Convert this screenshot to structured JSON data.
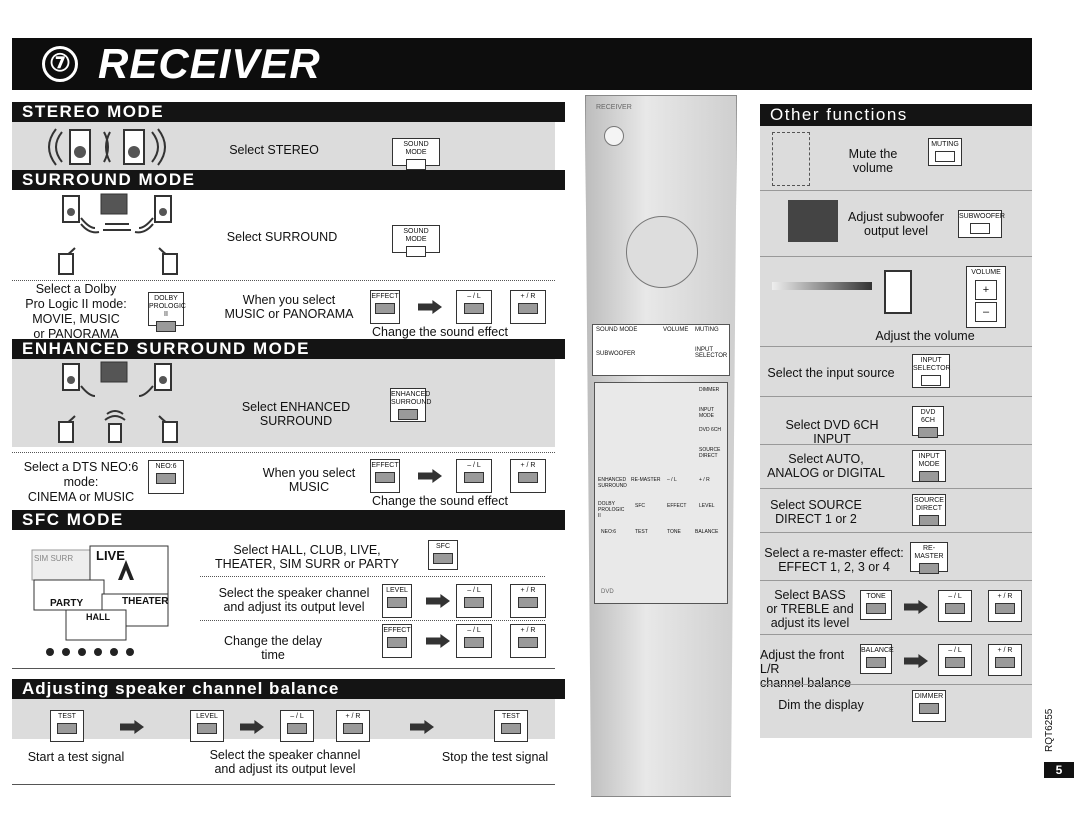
{
  "header": {
    "number": "⑦",
    "title": "RECEIVER"
  },
  "stereo": {
    "title": "STEREO MODE",
    "text": "Select STEREO",
    "button": "SOUND MODE"
  },
  "surround": {
    "title": "SURROUND MODE",
    "text": "Select SURROUND",
    "button": "SOUND MODE",
    "dolby_lines": [
      "Select a Dolby",
      "Pro Logic II mode:",
      "MOVIE, MUSIC",
      "or PANORAMA"
    ],
    "dolby_button": "DOLBY PROLOGIC II",
    "when_select": "When you select\nMUSIC or PANORAMA",
    "effect_button": "EFFECT",
    "minus": "– / L",
    "plus": "+ / R",
    "change_effect": "Change the sound effect"
  },
  "enhanced": {
    "title": "ENHANCED SURROUND MODE",
    "text": "Select ENHANCED SURROUND",
    "button": "ENHANCED SURROUND",
    "dts_lines": [
      "Select a DTS NEO:6",
      "mode:",
      "CINEMA or MUSIC"
    ],
    "dts_button": "NEO:6",
    "when_select": "When you select\nMUSIC",
    "effect_button": "EFFECT",
    "minus": "– / L",
    "plus": "+ / R",
    "change_effect": "Change the sound effect"
  },
  "sfc": {
    "title": "SFC MODE",
    "labels": {
      "live": "LIVE",
      "party": "PARTY",
      "theater": "THEATER",
      "hall": "HALL",
      "simsurr": "SIM SURR"
    },
    "row1_text": "Select HALL, CLUB, LIVE,\nTHEATER, SIM SURR or PARTY",
    "row1_button": "SFC",
    "row2_text": "Select the speaker channel\nand adjust its output level",
    "row2_button": "LEVEL",
    "row3_text": "Change the delay time",
    "row3_button": "EFFECT",
    "minus": "– / L",
    "plus": "+ / R"
  },
  "balance": {
    "title": "Adjusting speaker channel balance",
    "test1": "TEST",
    "level": "LEVEL",
    "minus": "– / L",
    "plus": "+ / R",
    "test2": "TEST",
    "caption_start": "Start a test signal",
    "caption_mid": "Select the speaker channel\nand adjust its output level",
    "caption_stop": "Stop the test signal"
  },
  "remote": {
    "labels": [
      "RECEIVER",
      "SOUND MODE",
      "SUBWOOFER",
      "VOLUME",
      "MUTING",
      "INPUT SELECTOR",
      "DIMMER",
      "INPUT MODE",
      "DVD 6CH",
      "SOURCE DIRECT",
      "ENHANCED SURROUND",
      "RE-MASTER",
      "– / L",
      "+ / R",
      "DOLBY PROLOGIC II",
      "SFC",
      "EFFECT",
      "LEVEL",
      "NEO:6",
      "TEST",
      "TONE",
      "BALANCE",
      "DVD"
    ]
  },
  "other": {
    "title": "Other functions",
    "items": [
      {
        "text": "Mute the volume",
        "button": "MUTING"
      },
      {
        "text": "Adjust subwoofer\noutput level",
        "button": "SUBWOOFER"
      },
      {
        "text": "Adjust the volume",
        "button": "VOLUME"
      },
      {
        "text": "Select the input source",
        "button": "INPUT SELECTOR"
      },
      {
        "text": "Select DVD 6CH INPUT",
        "button": "DVD 6CH"
      },
      {
        "text": "Select AUTO,\nANALOG or DIGITAL",
        "button": "INPUT MODE"
      },
      {
        "text": "Select SOURCE\nDIRECT 1 or 2",
        "button": "SOURCE DIRECT"
      },
      {
        "text": "Select a re-master effect:\nEFFECT 1, 2, 3 or 4",
        "button": "RE-MASTER"
      },
      {
        "text": "Select BASS\nor TREBLE and\nadjust its level",
        "button": "TONE"
      },
      {
        "text": "Adjust the front L/R\nchannel balance",
        "button": "BALANCE"
      },
      {
        "text": "Dim the display",
        "button": "DIMMER"
      }
    ],
    "minus": "– / L",
    "plus": "+ / R",
    "vol_plus": "+",
    "vol_minus": "–"
  },
  "footer": {
    "code": "RQT6255",
    "page": "5"
  }
}
